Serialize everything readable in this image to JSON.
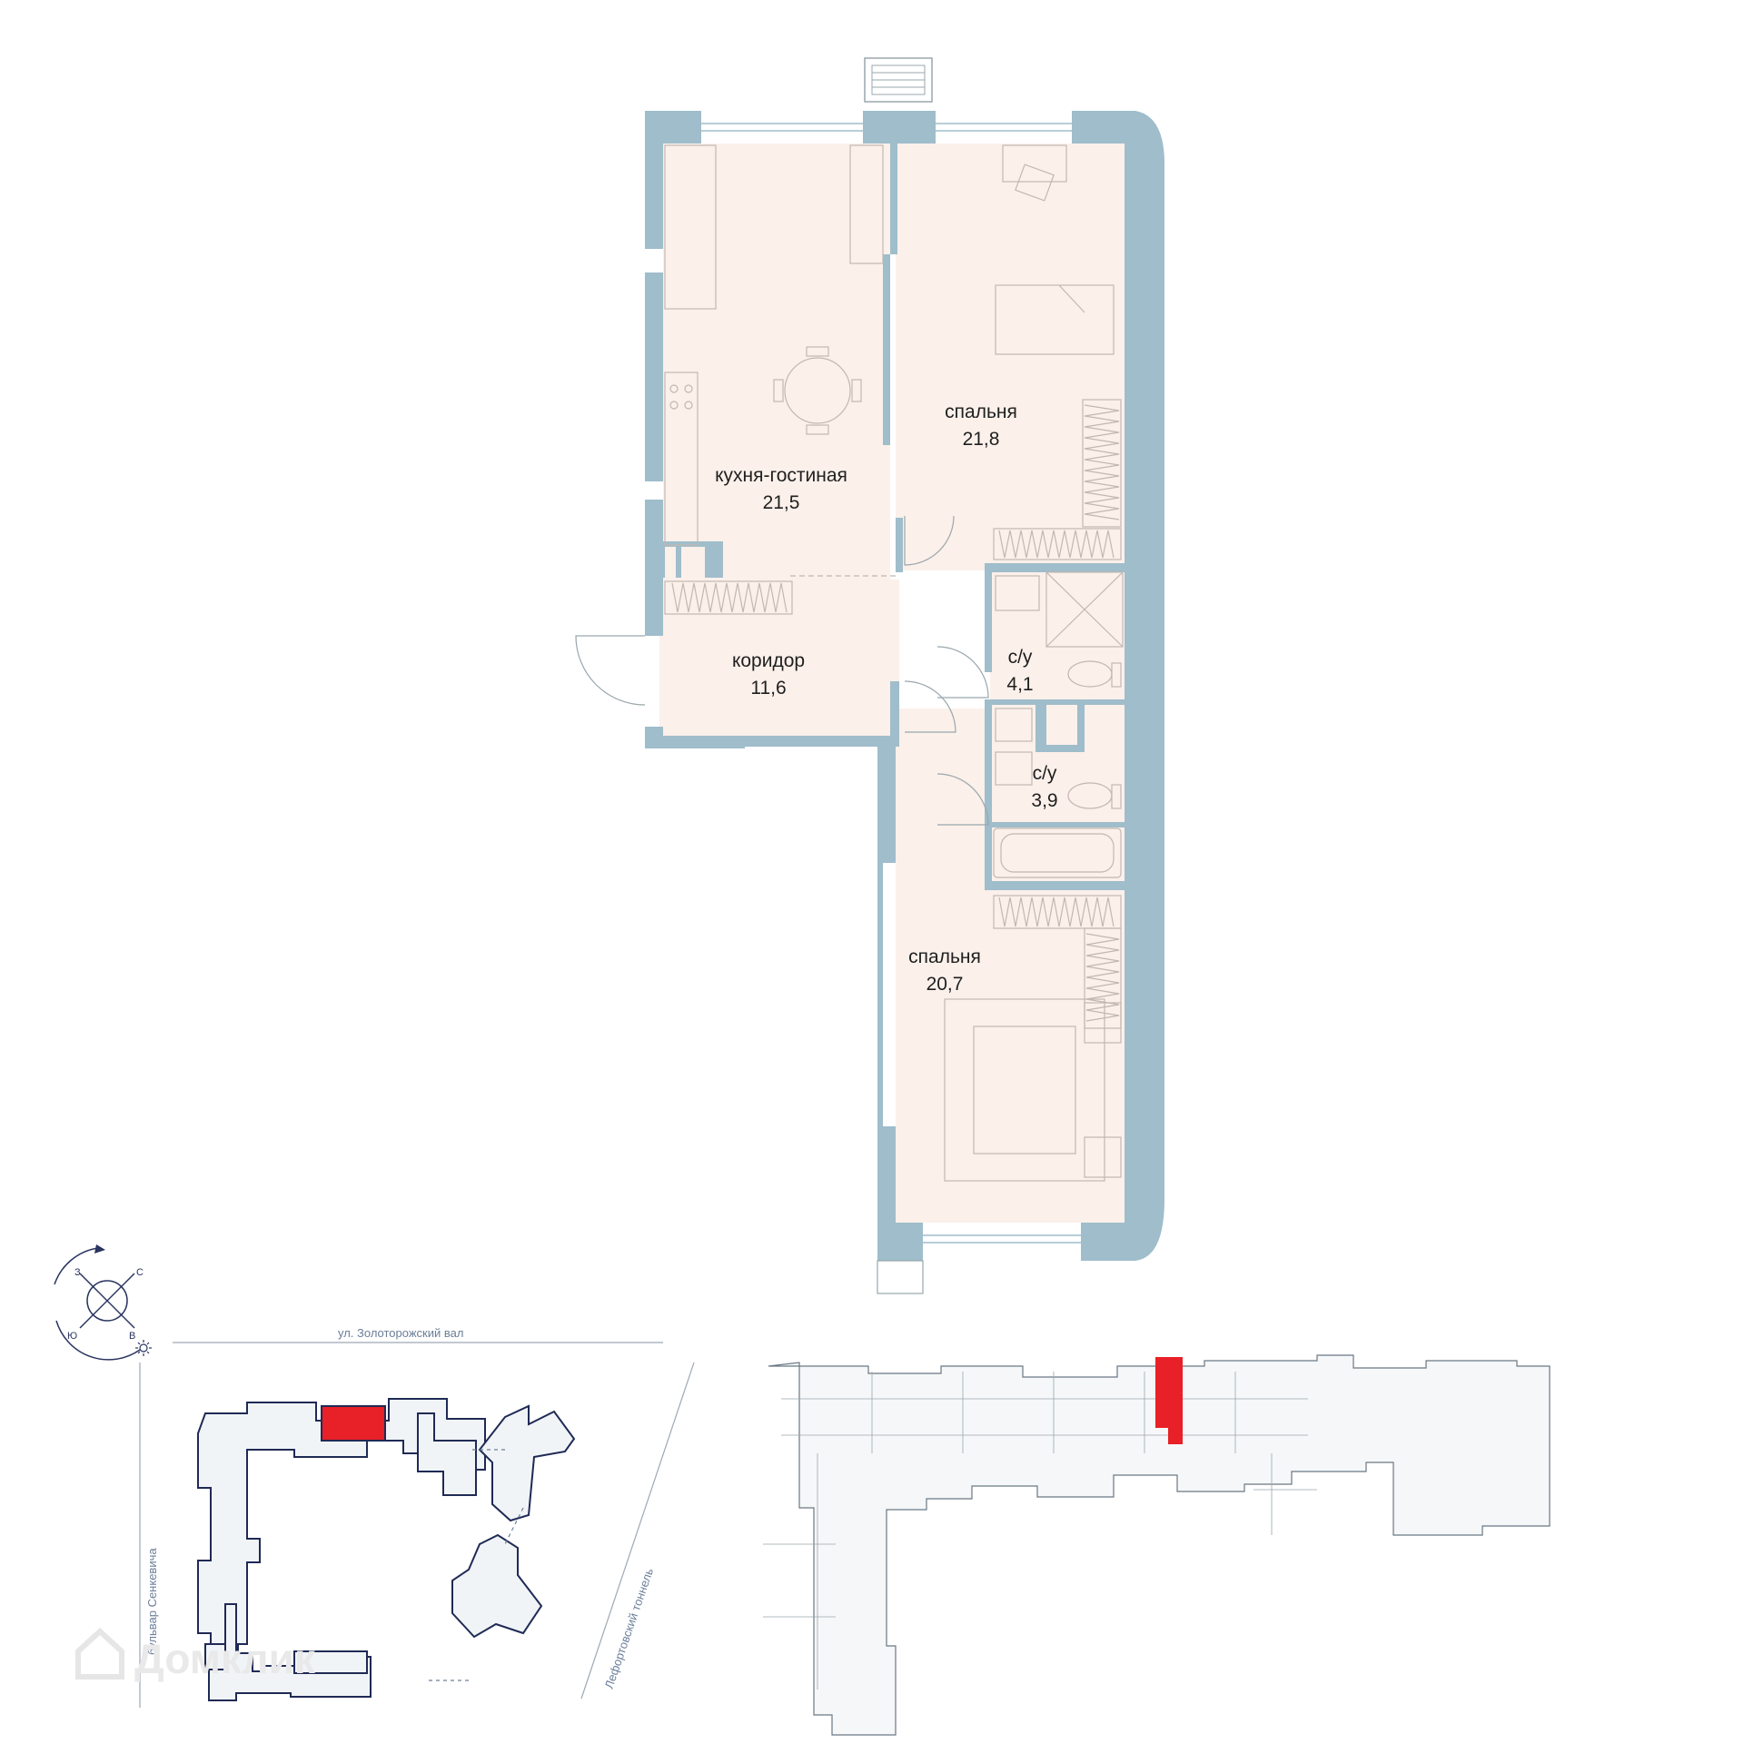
{
  "rooms": [
    {
      "name": "кухня-гостиная",
      "area": "21,5"
    },
    {
      "name": "спальня",
      "area": "21,8"
    },
    {
      "name": "коридор",
      "area": "11,6"
    },
    {
      "name": "с/у",
      "area": "4,1"
    },
    {
      "name": "с/у",
      "area": "3,9"
    },
    {
      "name": "спальня",
      "area": "20,7"
    }
  ],
  "streets": {
    "north": "ул. Золоторожский вал",
    "west": "бульвар Сенкевича",
    "east": "Лефортовский тоннель"
  },
  "compass": {
    "n": "С",
    "w": "З",
    "s": "Ю",
    "e": "В"
  },
  "watermark": "Домклик",
  "colors": {
    "wall": "#9fbdcb",
    "floor": "#fbf0ea",
    "highlight": "#e82027",
    "outline": "#1f2a55"
  }
}
